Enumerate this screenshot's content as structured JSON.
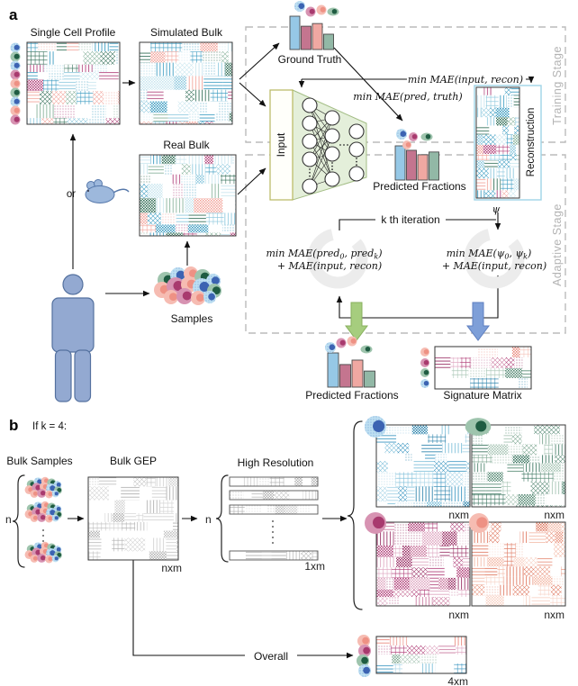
{
  "figure": {
    "panel_a_label": "a",
    "panel_b_label": "b"
  },
  "panel_a": {
    "single_cell_profile": "Single Cell Profile",
    "simulated_bulk": "Simulated Bulk",
    "real_bulk": "Real Bulk",
    "or_label": "or",
    "samples_label": "Samples",
    "ground_truth_label": "Ground Truth",
    "input_label": "Input",
    "predicted_fractions_label": "Predicted Fractions",
    "reconstruction_label": "Reconstruction",
    "training_stage_label": "Training Stage",
    "adaptive_stage_label": "Adaptive Stage",
    "psi_label": "ψ",
    "k_iteration_label": "k th iteration",
    "loss_input_recon": "min MAE(input, recon)",
    "loss_pred_truth": "min MAE(pred, truth)",
    "loss_adaptive_left": {
      "a": "min MAE(pred",
      "s1": "0",
      "b": ", pred",
      "s2": "k",
      "c": ")",
      "line2": "+ MAE(input, recon)"
    },
    "loss_adaptive_right": {
      "a": "min MAE(ψ",
      "s1": "0",
      "b": ", ψ",
      "s2": "k",
      "c": ")",
      "line2": "+ MAE(input, recon)"
    },
    "output_predicted_fractions_label": "Predicted Fractions",
    "signature_matrix_label": "Signature Matrix",
    "ground_truth_fractions": [
      1,
      0.7,
      0.78,
      0.46
    ],
    "predicted_fractions": [
      1,
      0.87,
      0.74,
      0.82
    ],
    "output_fractions": [
      1,
      0.66,
      0.79,
      0.47
    ]
  },
  "panel_b": {
    "condition": "If k = 4:",
    "bulk_samples_label": "Bulk Samples",
    "bulk_gep_label": "Bulk GEP",
    "high_resolution_label": "High Resolution",
    "n_label": "n",
    "overall_label": "Overall",
    "dim_nxm": "nxm",
    "dim_1xm": "1xm",
    "dim_4xm": "4xm"
  },
  "colors": {
    "bars": [
      "#96c8e6",
      "#c4758f",
      "#f0a8a2",
      "#92b8a6"
    ],
    "families": {
      "multi": [
        "#3e9dc2",
        "#8fc9de",
        "#36715a",
        "#8ab49d",
        "#b2447c",
        "#f2a79e",
        "#3e9dc2",
        "#c9e6ef"
      ],
      "blue": [
        "#3e97c2",
        "#7fc0da",
        "#2f85ad",
        "#a8d4e6"
      ],
      "green": [
        "#3b7560",
        "#7fa892",
        "#568a74",
        "#a9c6b6"
      ],
      "mauve": [
        "#b2447c",
        "#cb7ba0",
        "#9a3065",
        "#dfa8c2"
      ],
      "orange": [
        "#e89580",
        "#f3bba9",
        "#e07a62",
        "#f8d3c6"
      ],
      "salmon": [
        "#f0a49a",
        "#f6c3ba",
        "#ea8a7e"
      ],
      "gray": [
        "#c2c2c2",
        "#d2d2d2",
        "#b2b2b2"
      ]
    },
    "cells": {
      "blue": {
        "outer": "#bfe0f2",
        "nucleus": "#3c63b2",
        "speck": "#5e8fd0"
      },
      "green": {
        "outer": "#9ec4ad",
        "nucleus": "#1f5c42"
      },
      "mauve": {
        "outer": "#d793b2",
        "nucleus": "#a83a6e"
      },
      "salmon": {
        "outer": "#f6bcb2",
        "nucleus": "#ee9184"
      }
    },
    "person": "#93a9d1",
    "person_stroke": "#54719f",
    "mouse": "#9db8dc",
    "arrow_green": "#a6cd7e",
    "arrow_green_stroke": "#88b05e",
    "arrow_blue": "#7e9fd8",
    "arrow_blue_stroke": "#5f7fc0",
    "dashed_box": "#bbbbbb",
    "trapezoid_fill": "#e4efda",
    "trapezoid_stroke": "#a3bd85",
    "input_box_stroke": "#b8b860",
    "recon_box_stroke": "#9fd4e6"
  }
}
